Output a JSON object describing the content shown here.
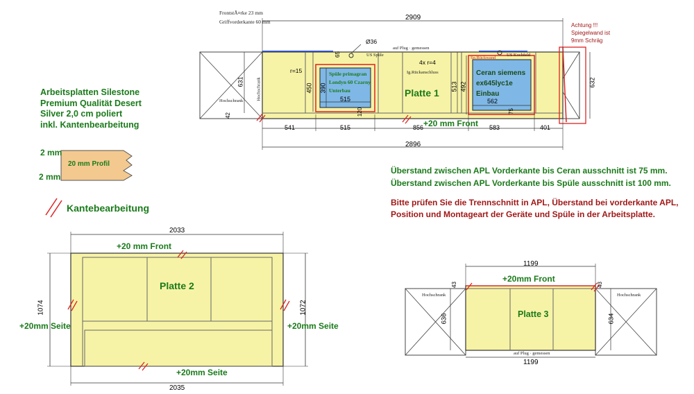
{
  "header": {
    "thickness": "FrontstÃ¤rke 23 mm",
    "griff": "Griffvorderkante 60 mm"
  },
  "material": {
    "line1": "Arbeitsplatten Silestone",
    "line2": "Premium Qualität Desert",
    "line3": "Silver 2,0 cm poliert",
    "line4": "inkl. Kantenbearbeitung"
  },
  "profile": {
    "top": "2 mm",
    "bottom": "2 mm",
    "label": "20 mm Profil"
  },
  "legend": {
    "kante": "Kantebearbeitung"
  },
  "notes": {
    "ceran": "Überstand zwischen APL Vorderkante bis Ceran ausschnitt ist 75 mm.",
    "spuele": "Überstand zwischen APL Vorderkante bis Spüle ausschnitt ist 100 mm.",
    "warn1": "Bitte prüfen Sie die Trennschnitt in APL, Überstand bei vorderkante APL,",
    "warn2": "Position und Montageart der Geräte und Spüle in der Arbeitsplatte."
  },
  "achtung": {
    "l1": "Achtung !!!",
    "l2": "Spiegelwand ist",
    "l3": "9mm Schräg"
  },
  "plate1": {
    "name": "Platte 1",
    "overall": "2909",
    "bottom": "2896",
    "front": "+20 mm Front",
    "sink_text": [
      "Spüle primagran",
      "Londyn 60 Czarny",
      "Unterbau"
    ],
    "ceran_text": [
      "Ceran siemens",
      "ex645lyc1e",
      "Einbau"
    ],
    "dims": {
      "d541": "541",
      "d515a": "515",
      "d856": "856",
      "d583": "583",
      "d401": "401",
      "d631": "631",
      "d632": "632",
      "d450": "450",
      "d390": "390",
      "d515b": "515",
      "d513": "513",
      "d492": "492",
      "d562": "562",
      "r15": "r=15",
      "r4": "4x r=4",
      "o36": "Ø36",
      "d65": "65",
      "d120": "120",
      "d42": "42",
      "d75": "75"
    },
    "tiny": {
      "us_spuele": "US Spüle",
      "apl": "auf Plug · gemessen",
      "us_koch": "US Kochfeld",
      "sp_ruck": "Sp.Rückwand",
      "ig_ruck": "Ig.Rückanschluss",
      "hochschrank": "Hochschrank",
      "hoch2": "Hochschrank"
    }
  },
  "plate2": {
    "name": "Platte 2",
    "top": "2033",
    "bottom": "2035",
    "left": "1074",
    "right": "1072",
    "front": "+20 mm Front",
    "side_left": "+20mm Seite",
    "side_right": "+20mm Seite",
    "side_bottom": "+20mm Seite"
  },
  "plate3": {
    "name": "Platte 3",
    "top": "1199",
    "bottom": "1199",
    "left": "636",
    "right": "634",
    "front": "+20mm Front",
    "d43a": "43",
    "d43b": "43",
    "tiny": {
      "hoch_l": "Hochschrank",
      "hoch_r": "Hochschrank",
      "apl": "auf Plug · gemessen"
    }
  },
  "colors": {
    "plate": "#f7f3a6",
    "sink": "#7fb8e6",
    "cut": "#d22",
    "dim": "#222"
  }
}
